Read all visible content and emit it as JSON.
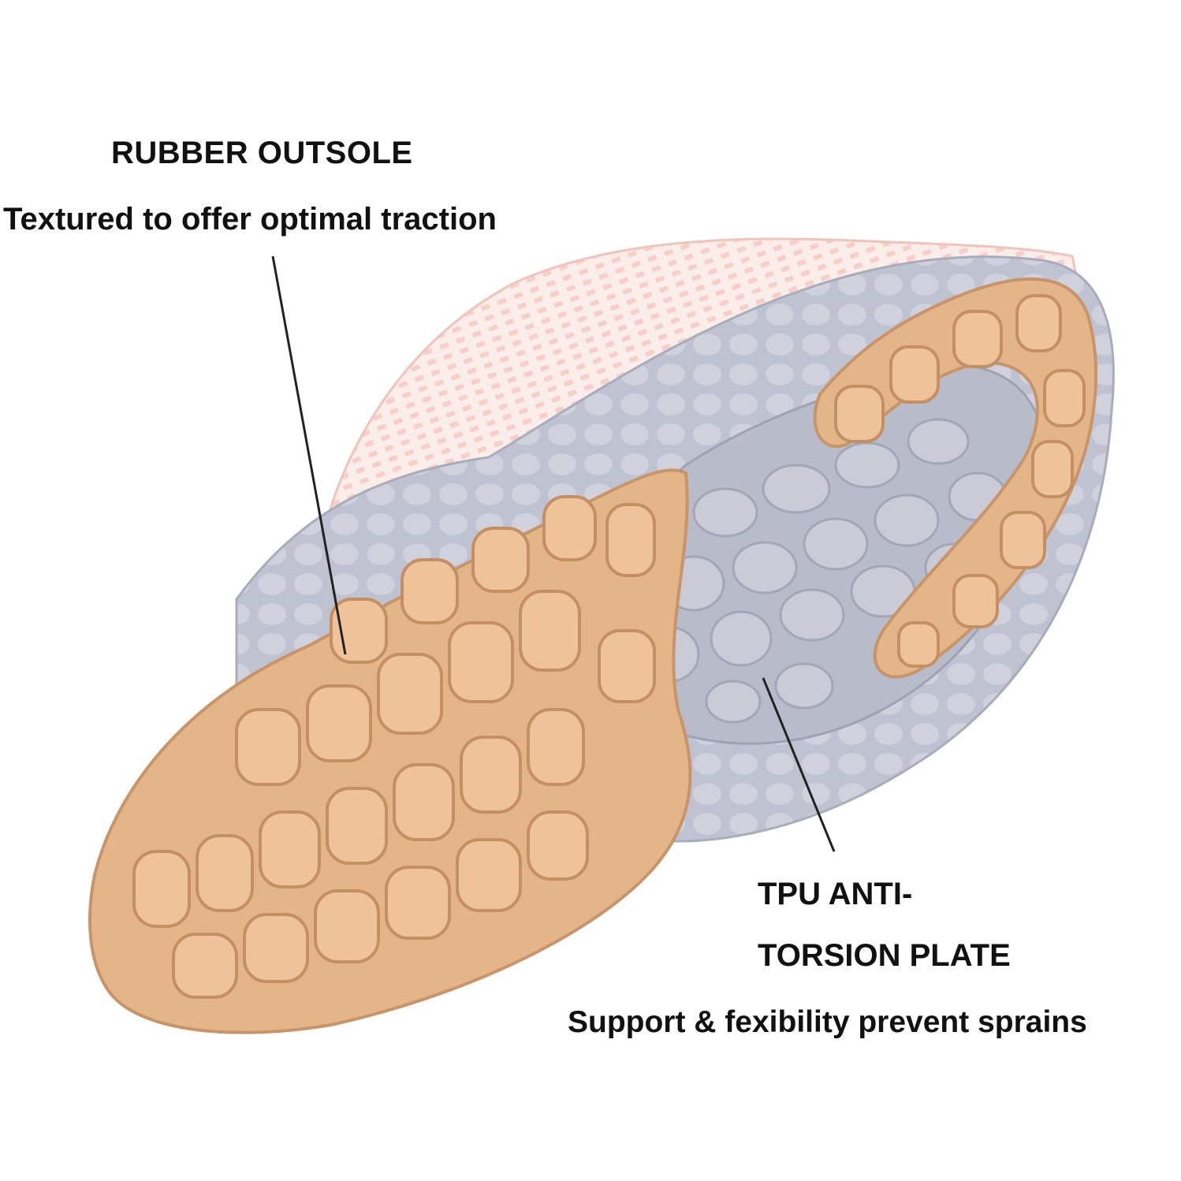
{
  "callouts": {
    "outsole": {
      "title": "RUBBER OUTSOLE",
      "subtitle": "Textured to offer optimal traction"
    },
    "plate": {
      "title_line1": "TPU ANTI-",
      "title_line2": "TORSION PLATE",
      "subtitle": "Support & fexibility prevent sprains"
    }
  },
  "colors": {
    "outsole_tan": "#e4b588",
    "outsole_edge": "#c8956a",
    "midsole_gray": "#b9bccb",
    "midsole_light": "#d3d5df",
    "upper_pink": "#f6cfc8",
    "upper_white": "#fbeeea",
    "leader_line": "#222222"
  }
}
